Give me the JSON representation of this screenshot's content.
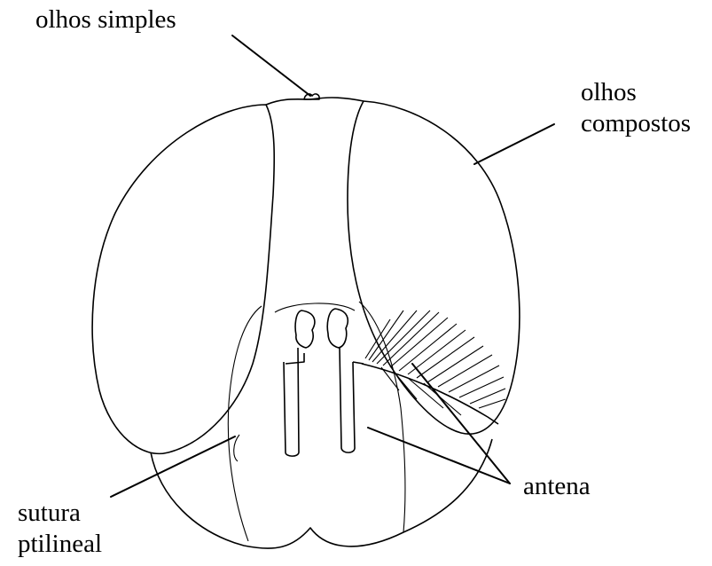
{
  "labels": {
    "olhos_simples": "olhos simples",
    "olhos_compostos_1": "olhos",
    "olhos_compostos_2": "compostos",
    "antena": "antena",
    "sutura_1": "sutura",
    "sutura_2": "ptilineal"
  },
  "colors": {
    "ink": "#000000",
    "background": "#ffffff"
  }
}
